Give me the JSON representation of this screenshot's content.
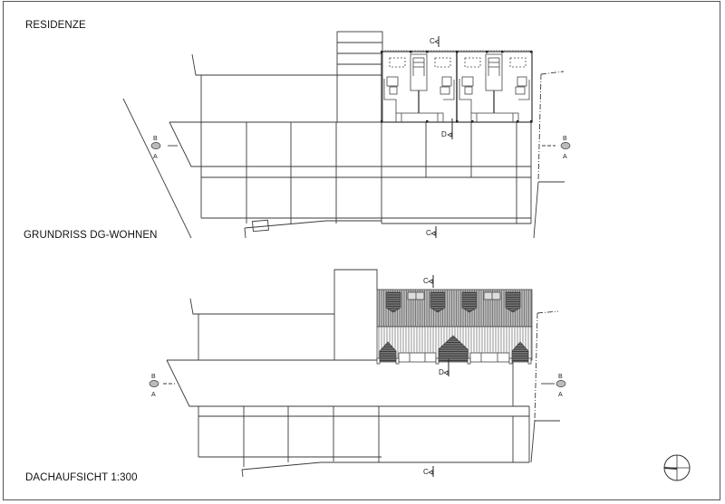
{
  "sheet": {
    "title": "RESIDENZE",
    "background": "#ffffff",
    "line_color": "#333333"
  },
  "plans": [
    {
      "id": "upper",
      "caption": "GRUNDRISS  DG-WOHNEN",
      "section_markers": {
        "c_top": "C",
        "c_bottom": "C",
        "d": "D",
        "left_top": "B",
        "left_bottom": "A",
        "right_top": "B",
        "right_bottom": "A"
      }
    },
    {
      "id": "lower",
      "caption": "DACHAUFSICHT 1:300",
      "section_markers": {
        "c_top": "C",
        "c_bottom": "C",
        "d": "D",
        "left_top": "B",
        "left_bottom": "A",
        "right_top": "B",
        "right_bottom": "A"
      }
    }
  ],
  "north_arrow": {
    "icon": "north-arrow-compass"
  }
}
